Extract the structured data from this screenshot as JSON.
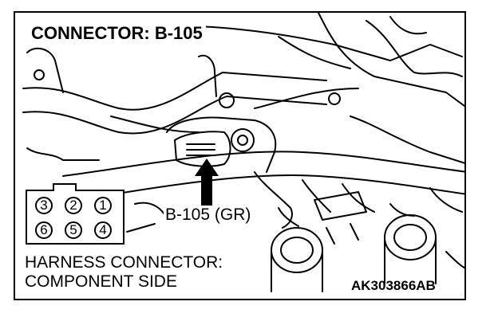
{
  "diagram": {
    "title": "CONNECTOR: B-105",
    "callout": "B-105 (GR)",
    "view_label_line1": "HARNESS CONNECTOR:",
    "view_label_line2": "COMPONENT SIDE",
    "figure_code": "AK303866AB",
    "connector_pins": {
      "top_row": [
        "3",
        "2",
        "1"
      ],
      "bottom_row": [
        "6",
        "5",
        "4"
      ]
    },
    "colors": {
      "line": "#000000",
      "background": "#ffffff"
    }
  }
}
